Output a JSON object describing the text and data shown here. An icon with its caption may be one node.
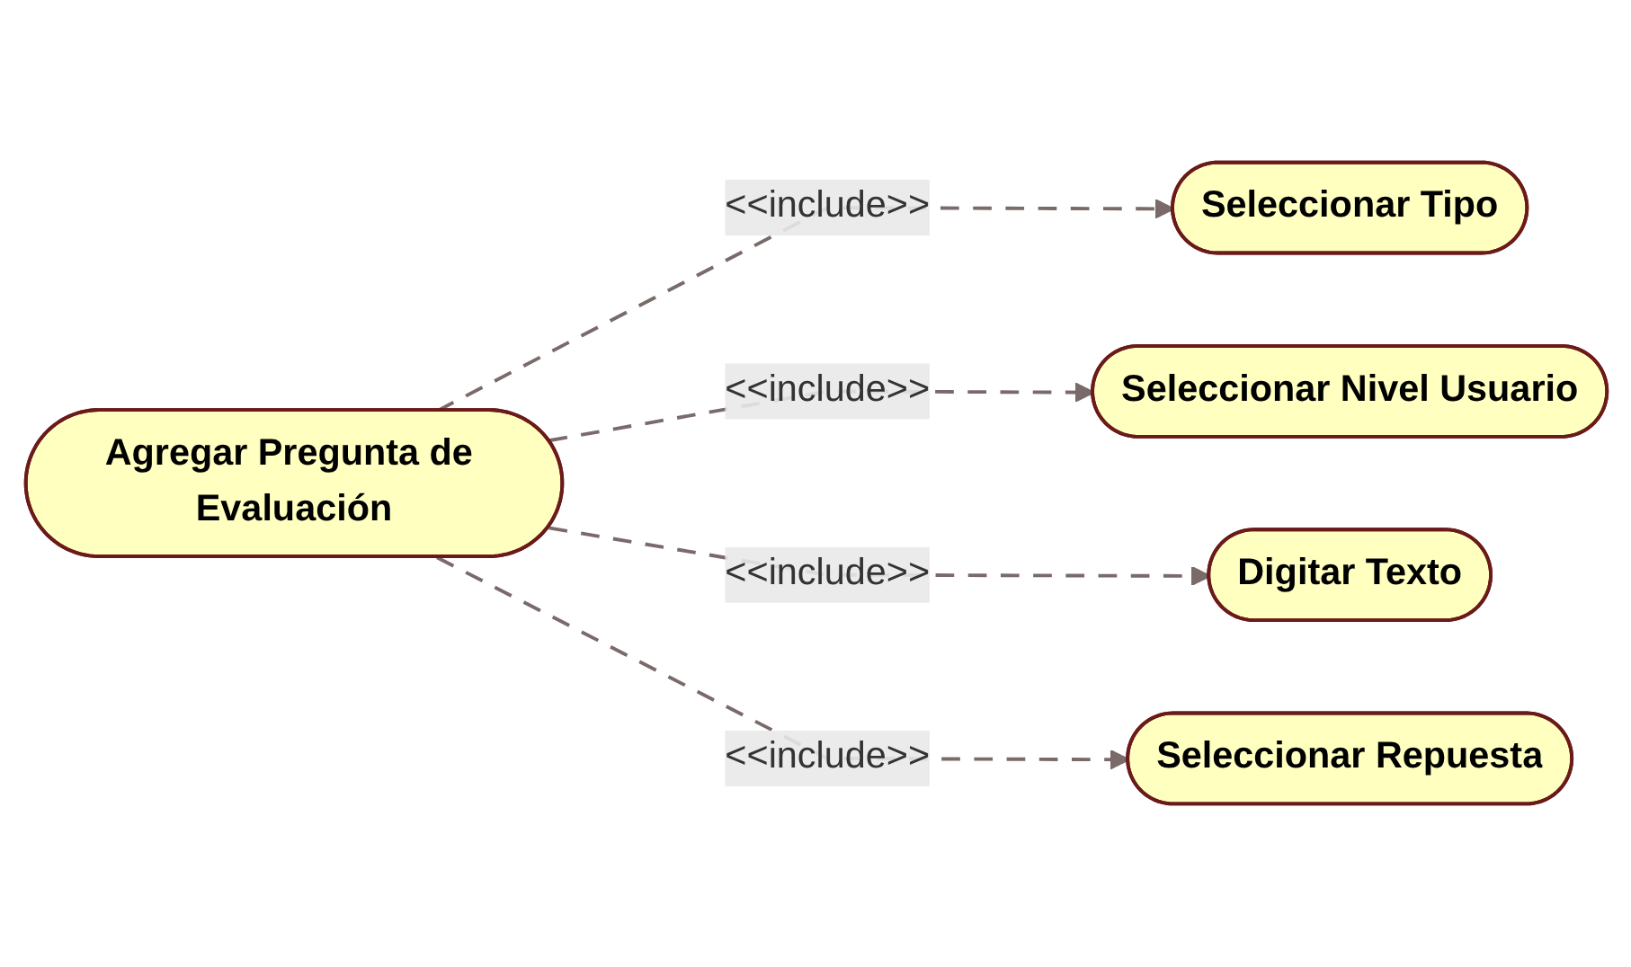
{
  "diagram": {
    "nodes": [
      {
        "text": [
          "Seleccionar Tipo"
        ]
      },
      {
        "text": [
          "Seleccionar Nivel Usuario"
        ]
      },
      {
        "text": [
          "Agregar Pregunta de Evaluación"
        ]
      },
      {
        "text": [
          "Digitar Texto"
        ]
      },
      {
        "text": [
          "Seleccionar Repuesta"
        ]
      }
    ],
    "edges": [
      {
        "from": 2,
        "to": 0,
        "arrow": "to",
        "style": "dashed",
        "label": "<<include>>"
      },
      {
        "from": 2,
        "to": 1,
        "arrow": "to",
        "style": "dashed",
        "label": "<<include>>"
      },
      {
        "from": 2,
        "to": 3,
        "arrow": "to",
        "style": "dashed",
        "label": "<<include>>"
      },
      {
        "from": 2,
        "to": 4,
        "arrow": "to",
        "style": "dashed",
        "label": "<<include>>"
      }
    ]
  }
}
